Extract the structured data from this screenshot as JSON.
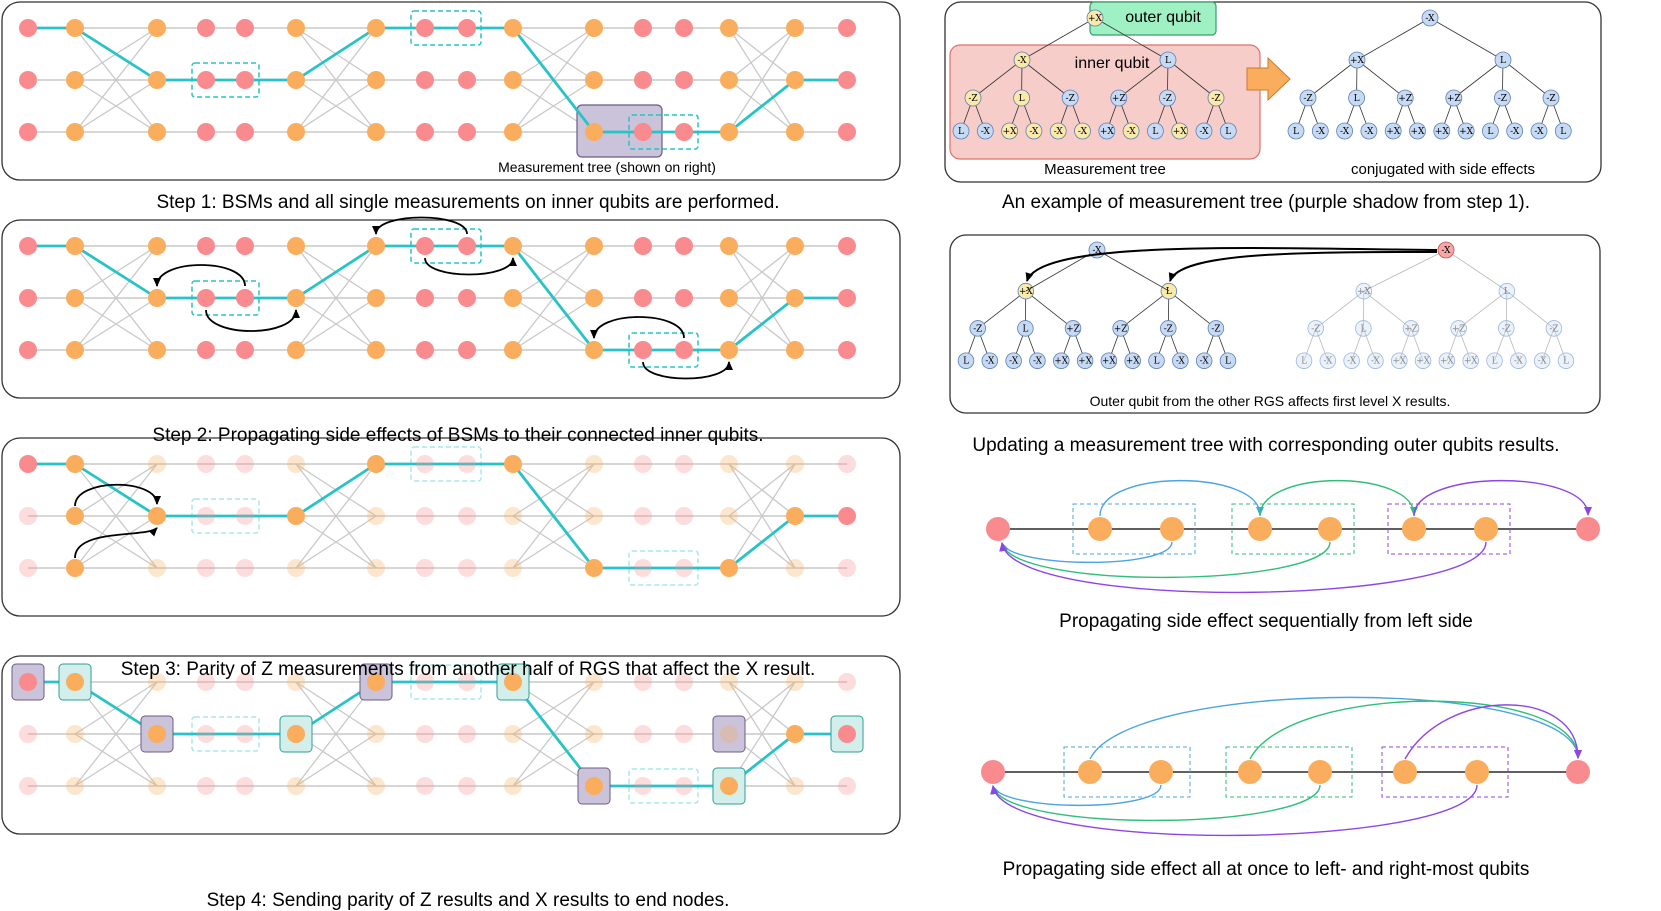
{
  "steps": [
    {
      "caption": "Step 1: BSMs and all single measurements on inner qubits are performed.",
      "label": "Measurement tree (shown on right)"
    },
    {
      "caption": "Step 2: Propagating side effects of BSMs to their connected inner qubits."
    },
    {
      "caption": "Step 3: Parity of Z measurements from another half of RGS that affect the X result."
    },
    {
      "caption": "Step 4: Sending parity of Z results and X results to end nodes."
    }
  ],
  "tree_example": {
    "caption": "An example of measurement tree (purple shadow from step 1).",
    "outer_label": "outer qubit",
    "inner_label": "inner qubit",
    "left_label": "Measurement tree",
    "right_label": "conjugated with side effects",
    "left_tree": {
      "root": "+X",
      "l1": [
        "-X",
        "L"
      ],
      "l2": [
        "-Z",
        "L",
        "-Z",
        "+Z",
        "-Z",
        "-Z"
      ],
      "leaves": [
        "L",
        "-X",
        "+X",
        "-X",
        "-X",
        "-X",
        "+X",
        "-X",
        "L",
        "+X",
        "-X",
        "L"
      ]
    },
    "right_tree": {
      "root": "-X",
      "l1": [
        "+X",
        "L"
      ],
      "l2": [
        "-Z",
        "L",
        "+Z",
        "+Z",
        "-Z",
        "-Z"
      ],
      "leaves": [
        "L",
        "-X",
        "-X",
        "-X",
        "+X",
        "+X",
        "+X",
        "+X",
        "L",
        "-X",
        "-X",
        "L"
      ]
    }
  },
  "update_panel": {
    "caption": "Updating a measurement tree with corresponding outer qubits results.",
    "inner_label": "Outer qubit from the other RGS affects first level X results.",
    "top_left": "-X",
    "top_right": "-X",
    "left_tree": {
      "l1": [
        "+X",
        "L"
      ],
      "l2": [
        "-Z",
        "L",
        "+Z",
        "+Z",
        "-Z",
        "-Z"
      ],
      "leaves": [
        "L",
        "-X",
        "-X",
        "-X",
        "+X",
        "+X",
        "+X",
        "+X",
        "L",
        "-X",
        "-X",
        "L"
      ]
    },
    "right_tree": {
      "l1": [
        "+X",
        "L"
      ],
      "l2": [
        "-Z",
        "L",
        "+Z",
        "+Z",
        "-Z",
        "-Z"
      ],
      "leaves": [
        "L",
        "-X",
        "-X",
        "-X",
        "+X",
        "+X",
        "+X",
        "+X",
        "L",
        "-X",
        "-X",
        "L"
      ]
    }
  },
  "propagation": [
    {
      "caption": "Propagating side effect sequentially from left side"
    },
    {
      "caption": "Propagating side effect all at once to left- and right-most qubits"
    }
  ],
  "colors": {
    "pink": "#f98a8e",
    "orange": "#f9ad5d",
    "teal": "#27c3c6",
    "grey": "#c9c9c9",
    "purple_box": "#cbc3d9",
    "teal_box": "#d3efeb",
    "blue_node": "#c7daf3",
    "yellow_node": "#fbe9a9",
    "outer_box": "#9ff0c3",
    "inner_box": "#f7cdca",
    "blue_arrow": "#4ba4e3",
    "green_arrow": "#2fbf79",
    "purple_arrow": "#8f44e8"
  }
}
